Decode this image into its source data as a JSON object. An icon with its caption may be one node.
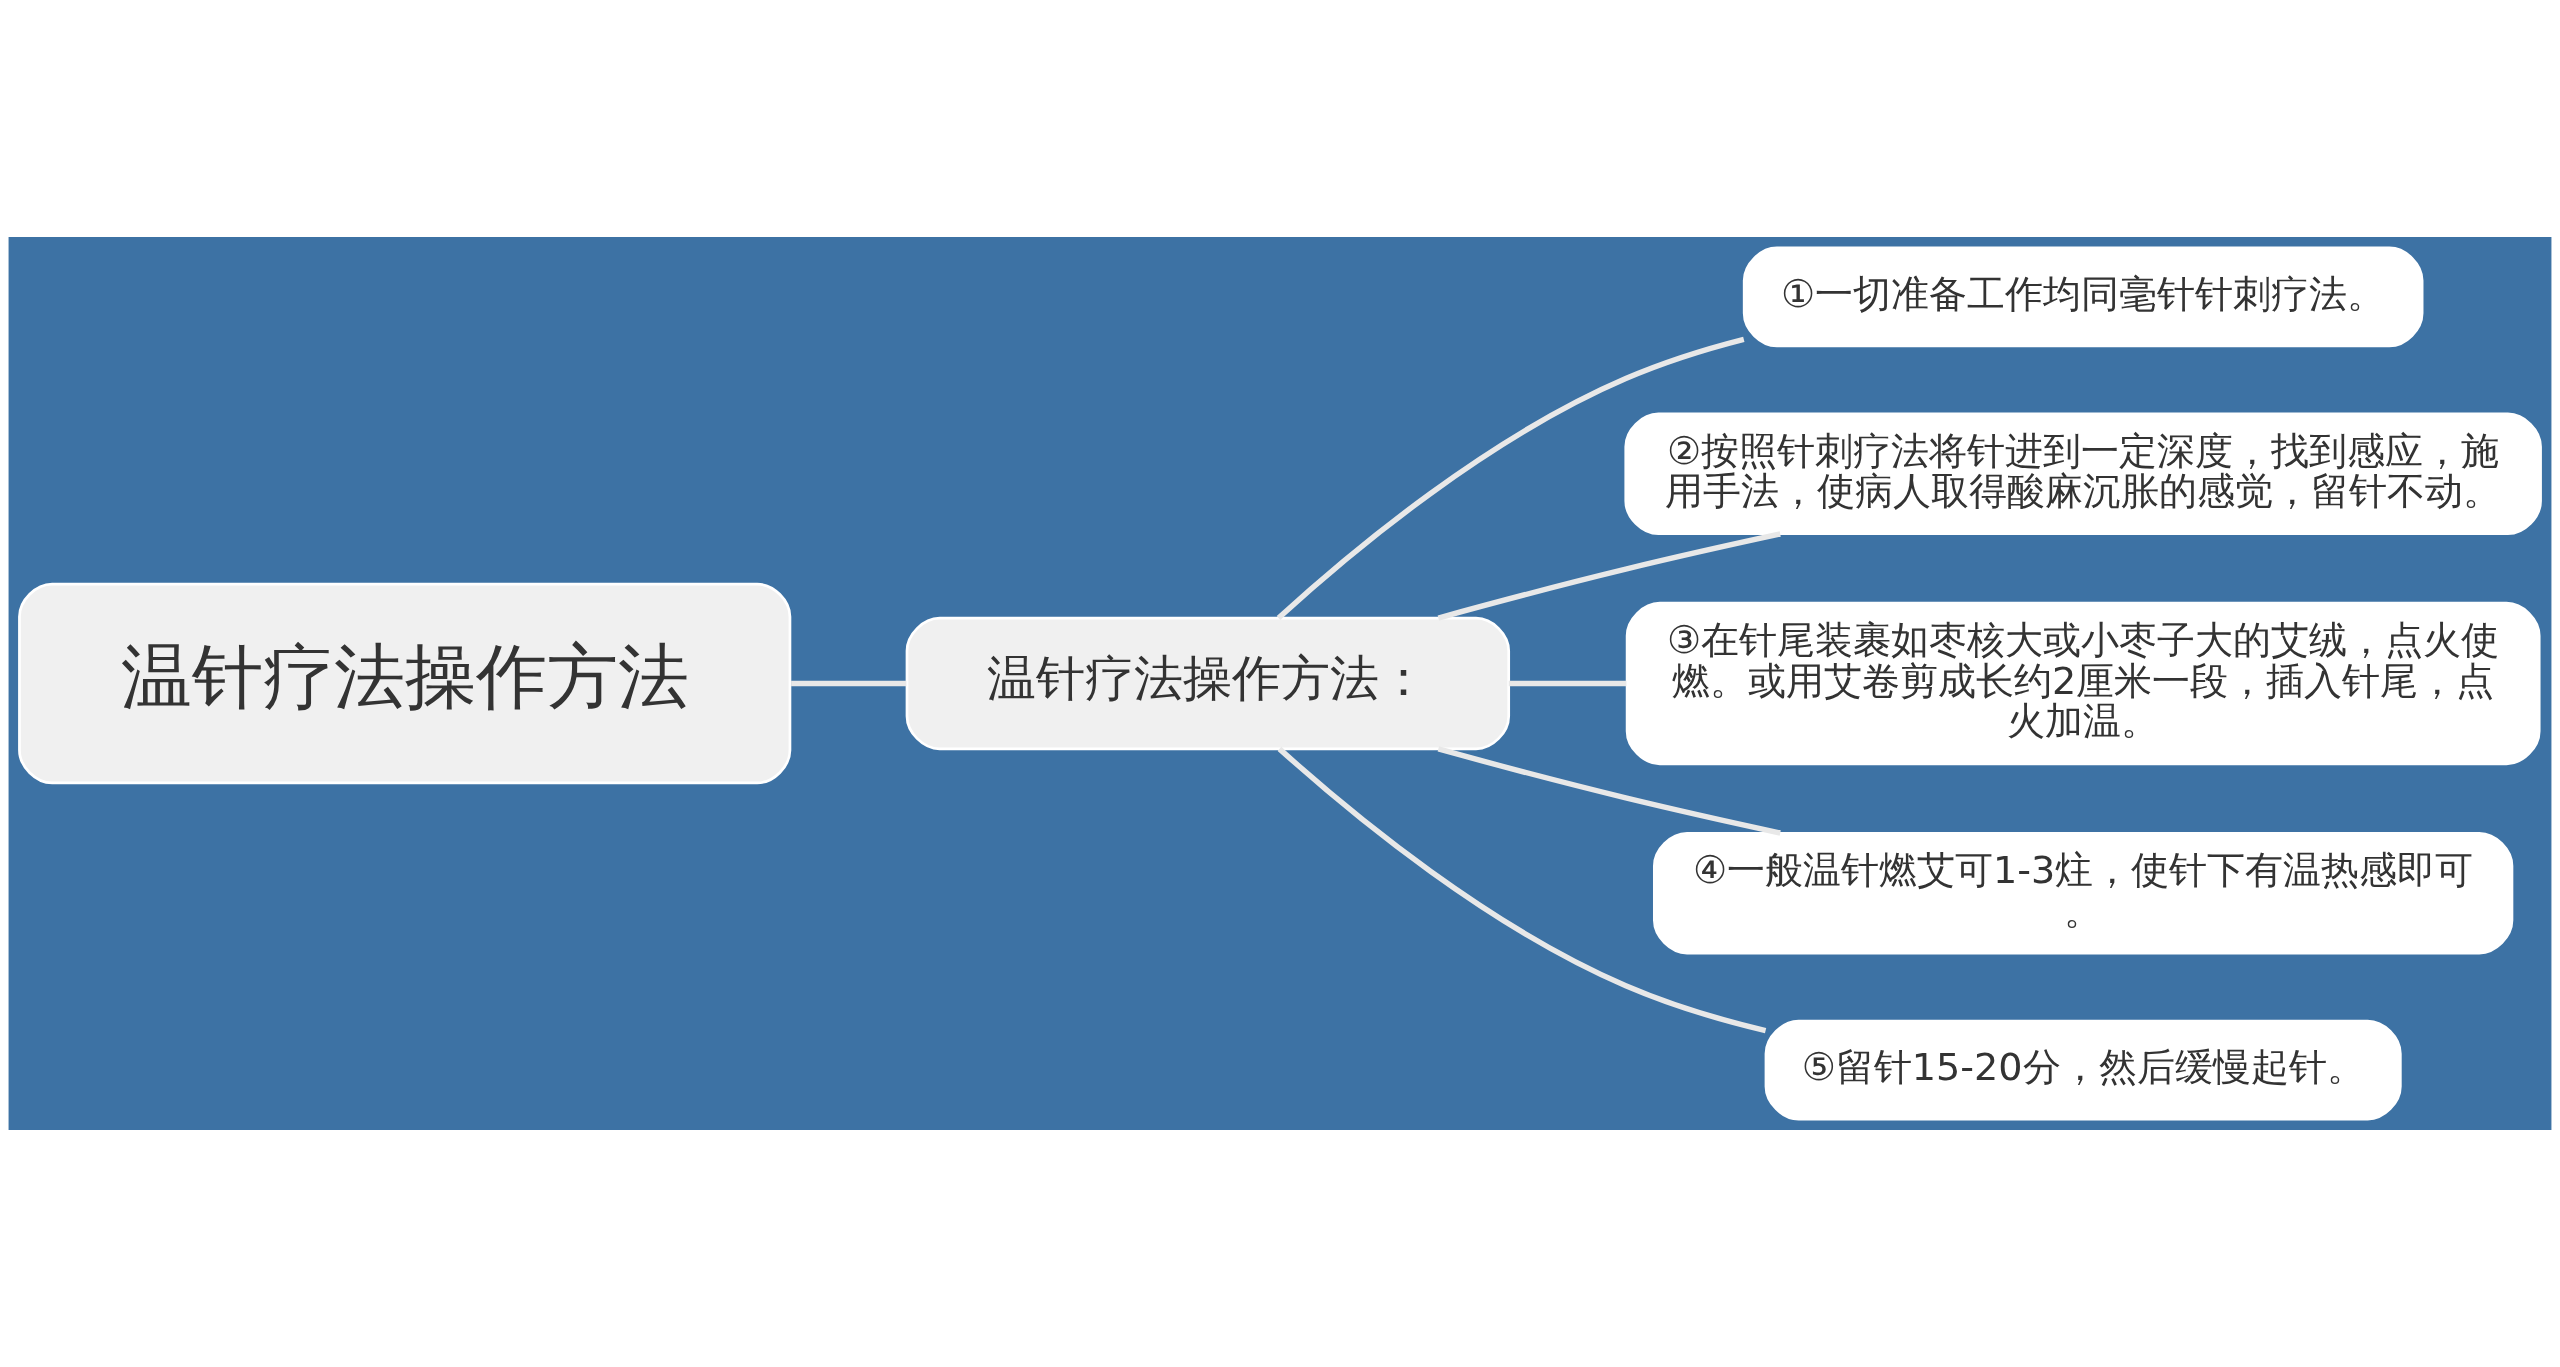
{
  "diagram": {
    "nodes": [
      {
        "text": [
          "温针疗法操作方法"
        ]
      },
      {
        "text": [
          "温针疗法操作方法："
        ]
      },
      {
        "text": [
          "①一切准备工作均同毫针针刺疗法。"
        ]
      },
      {
        "text": [
          "②按照针刺疗法将针进到一定深度，找到感应，施用手法，使病人取得酸麻沉胀的感觉，留针不动。"
        ]
      },
      {
        "text": [
          "③在针尾装裹如枣核大或小枣子大的艾绒，点火使燃。或用艾卷剪成长约2厘米一段，插入针尾，点火加温。"
        ]
      },
      {
        "text": [
          "④一般温针燃艾可1-3炷，使针下有温热感即可。"
        ]
      },
      {
        "text": [
          "⑤留针15-20分，然后缓慢起针。"
        ]
      }
    ],
    "edges": [
      {
        "from": 0,
        "to": 1,
        "arrow": "none"
      },
      {
        "from": 1,
        "to": 2,
        "arrow": "none"
      },
      {
        "from": 1,
        "to": 3,
        "arrow": "none"
      },
      {
        "from": 1,
        "to": 4,
        "arrow": "none"
      },
      {
        "from": 1,
        "to": 5,
        "arrow": "none"
      },
      {
        "from": 1,
        "to": 6,
        "arrow": "none"
      }
    ]
  }
}
